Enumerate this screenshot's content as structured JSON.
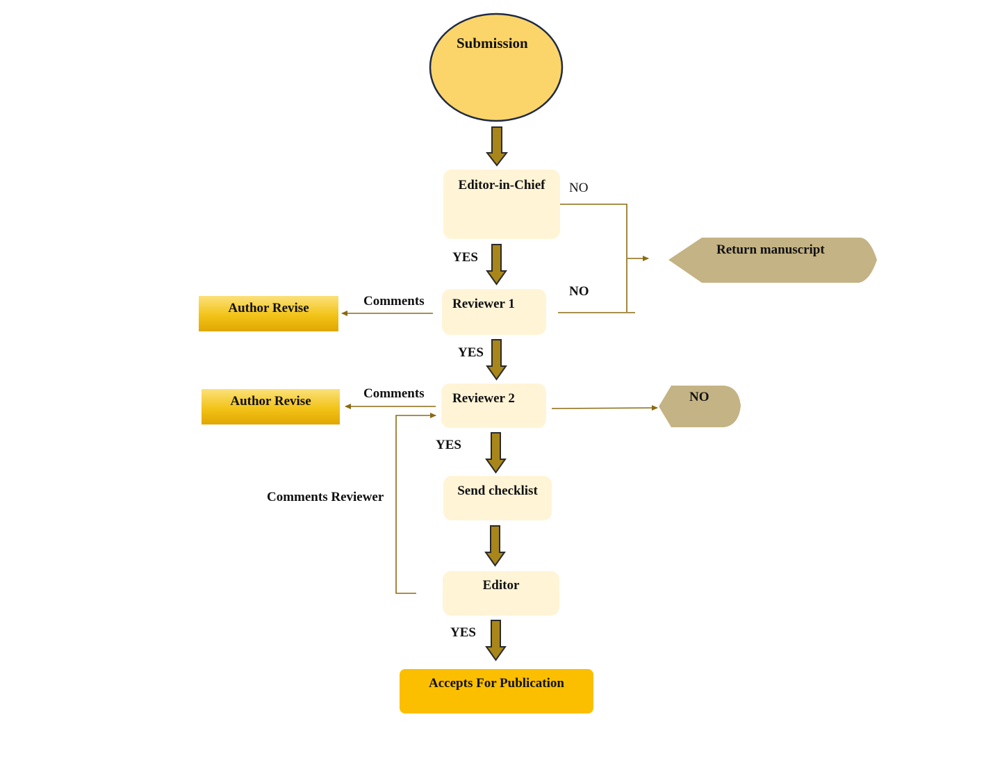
{
  "nodes": {
    "submission": "Submission",
    "editor_in_chief": "Editor-in-Chief",
    "reviewer_1": "Reviewer 1",
    "reviewer_2": "Reviewer 2",
    "send_checklist": "Send checklist",
    "editor": "Editor",
    "accept": "Accepts For Publication",
    "return_manuscript": "Return manuscript",
    "author_revise_1": "Author Revise",
    "author_revise_2": "Author Revise",
    "reject_no": "NO"
  },
  "edge_labels": {
    "eic_no": "NO",
    "eic_yes": "YES",
    "r1_no": "NO",
    "r1_comments": "Comments",
    "r1_yes": "YES",
    "r2_comments": "Comments",
    "r2_yes": "YES",
    "comments_reviewer": "Comments Reviewer",
    "editor_yes": "YES"
  },
  "colors": {
    "circle_fill": "#fcd56a",
    "node_fill": "#fff4d6",
    "arrow_fill": "#a8861a",
    "line_color": "#8b6a12",
    "tan_shape": "#c4b384",
    "accept_fill": "#fbbf00"
  }
}
